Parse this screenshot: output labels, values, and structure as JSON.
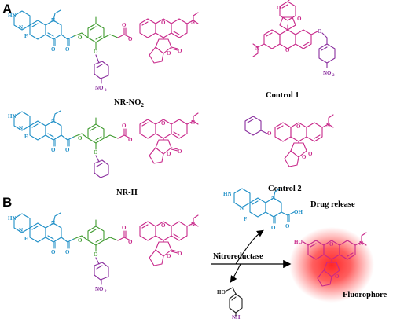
{
  "panels": {
    "a_label": "A",
    "b_label": "B"
  },
  "compounds": {
    "nr_no2_main": "NR-NO",
    "nr_no2_sub": "2",
    "control1": "Control 1",
    "nr_h": "NR-H",
    "control2": "Control 2"
  },
  "scheme": {
    "enzyme": "Nitroreductase",
    "drug_release": "Drug release",
    "fluorophore": "Fluorophore"
  },
  "atoms": {
    "F": "F",
    "N": "N",
    "H": "H",
    "O": "O",
    "OH": "OH",
    "HO": "HO",
    "NO2": "NO",
    "sub2": "2",
    "NH2": "NH",
    "HN": "HN"
  },
  "colors": {
    "norfloxacin": "#1f8fc7",
    "linker": "#3f9a2f",
    "trigger": "#8a2e9e",
    "rhodamine": "#c8288a",
    "glow": "#ff1a1a"
  }
}
